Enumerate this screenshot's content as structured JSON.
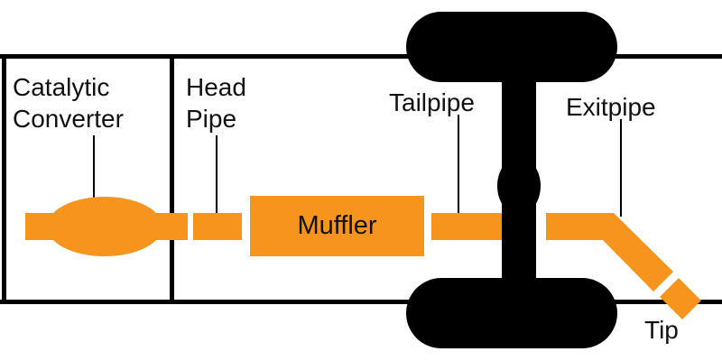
{
  "diagram": {
    "colors": {
      "pipe": "#F7941E",
      "outline": "#000000",
      "background": "#FFFFFF",
      "label_text": "#111111"
    },
    "labels": {
      "catalytic_converter_line1": "Catalytic",
      "catalytic_converter_line2": "Converter",
      "head_pipe_line1": "Head",
      "head_pipe_line2": "Pipe",
      "tailpipe": "Tailpipe",
      "exitpipe": "Exitpipe",
      "muffler": "Muffler",
      "tip": "Tip"
    }
  }
}
